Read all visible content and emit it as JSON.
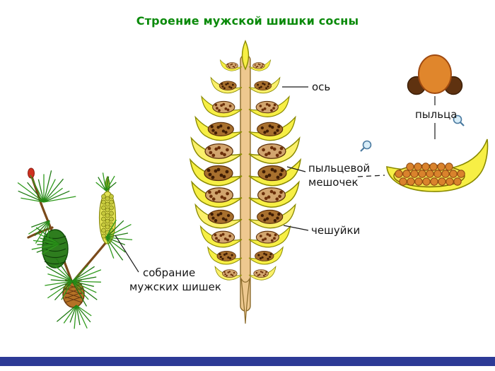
{
  "title": "Строение мужской шишки сосны",
  "labels": {
    "axis": "ось",
    "pollen_sac_line1": "пыльцевой",
    "pollen_sac_line2": "мешочек",
    "scales": "чешуйки",
    "pollen": "пыльца",
    "cluster_line1": "собрание",
    "cluster_line2": "мужских шишек"
  },
  "icons": {
    "magnifier": "🔍"
  },
  "colors": {
    "title": "#0a8a0a",
    "label_text": "#161616",
    "scale_yellow": "#f7ef45",
    "scale_yellow_light": "#fbf06a",
    "scale_outline": "#8a8a00",
    "axis_fill": "#eec88f",
    "sac_light": "#d2a56e",
    "sac_dark": "#a8702e",
    "sac_dot_light": "#6b2f0a",
    "sac_dot_dark": "#401d04",
    "pollen_body": "#e0862c",
    "pollen_air_sac": "#5f3210",
    "grain_fill": "#d9832c",
    "grain_stroke": "#8a4510",
    "needle_green": "#2f9a1c",
    "needle_green_dark": "#1f7a12",
    "twig_brown": "#7a4a1a",
    "green_cone": "#2e7d1e",
    "brown_cone": "#b57226",
    "catkin_fill": "#e2e254",
    "bottom_bar": "#2d3a96"
  }
}
